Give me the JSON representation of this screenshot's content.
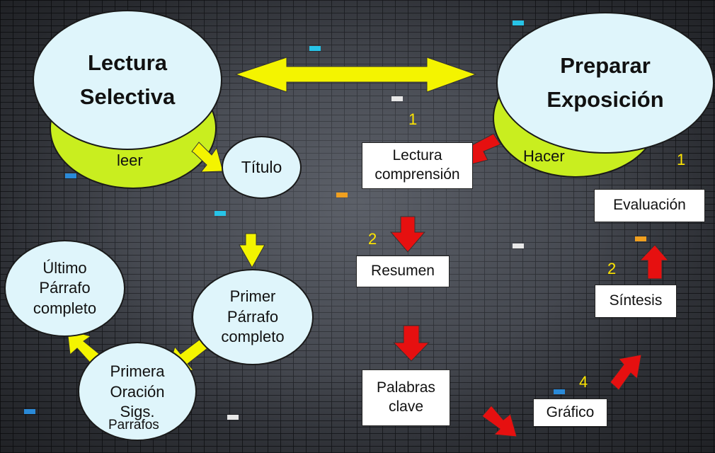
{
  "left_group": {
    "title": "Lectura\nSelectiva",
    "sublabel": "leer",
    "titulo": "Título",
    "primer_parrafo": "Primer\nPárrafo\ncompleto",
    "primera_oracion": "Primera\nOración\nSigs.",
    "parrafos": "Parrafos",
    "ultimo_parrafo": "Último\nPárrafo\ncompleto"
  },
  "right_group": {
    "title": "Preparar\nExposición",
    "sublabel": "Hacer",
    "steps": {
      "lectura": "Lectura\ncomprensión",
      "resumen": "Resumen",
      "palabras": "Palabras\nclave",
      "grafico": "Gráfico",
      "sintesis": "Síntesis",
      "evaluacion": "Evaluación"
    },
    "numbers": {
      "n1_left": "1",
      "n2_left": "2",
      "n4": "4",
      "n2_right": "2",
      "n1_right": "1"
    }
  },
  "colors": {
    "bubble_fill": "#dff5fb",
    "lime": "#c9ee1f",
    "yellow_arrow": "#f4f400",
    "red_arrow": "#e61010",
    "number_yellow": "#ffe600"
  }
}
